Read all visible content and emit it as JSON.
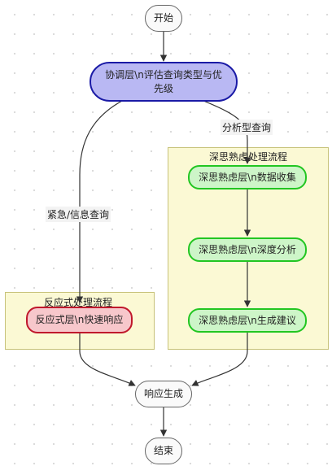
{
  "nodes": {
    "start": "开始",
    "coordinator": "协调层\\n评估查询类型与优先级",
    "deep_collect": "深思熟虑层\\n数据收集",
    "deep_analyze": "深思熟虑层\\n深度分析",
    "deep_suggest": "深思熟虑层\\n生成建议",
    "reactive": "反应式层\\n快速响应",
    "response": "响应生成",
    "end": "结束"
  },
  "subgraphs": {
    "deliberative": "深思熟虑处理流程",
    "reactive": "反应式处理流程"
  },
  "edges": {
    "to_reactive": "紧急/信息查询",
    "to_deliberative": "分析型查询"
  },
  "colors": {
    "coordinator_fill": "#b9b8f3",
    "deliberative_fill": "#cdf5c8",
    "reactive_fill": "#f7c7cb",
    "subgraph_fill": "#fbf9d4"
  }
}
